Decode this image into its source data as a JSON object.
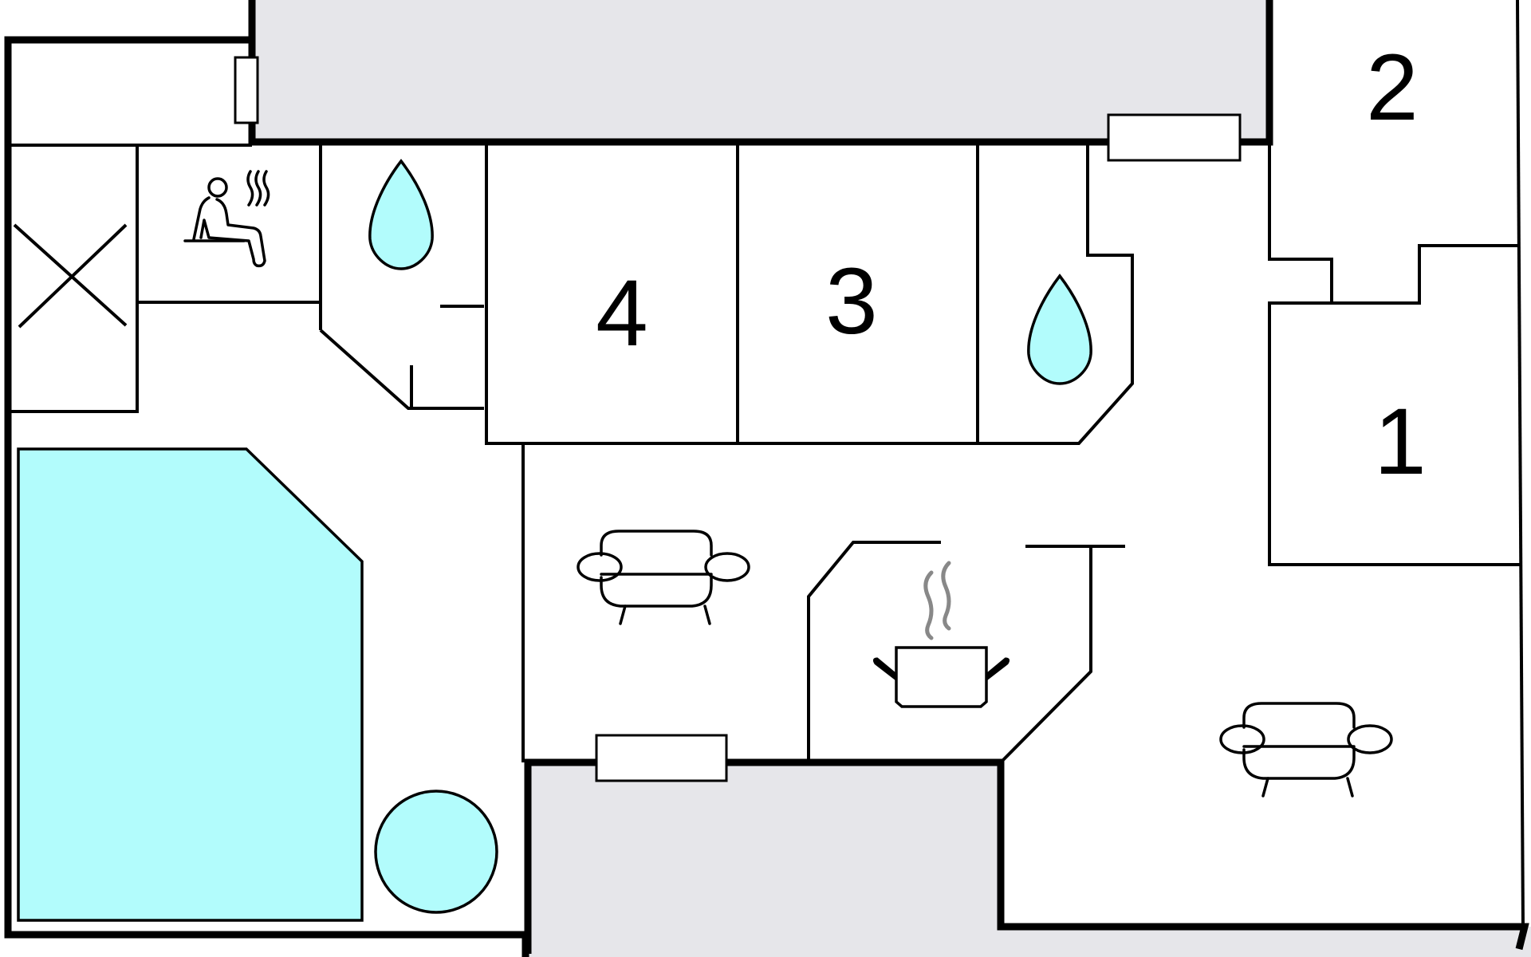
{
  "colors": {
    "wall": "#000000",
    "terrace": "#e6e6ea",
    "water": "#b2fcfc",
    "background": "#ffffff",
    "steam": "#888888"
  },
  "rooms": [
    {
      "label": "1"
    },
    {
      "label": "2"
    },
    {
      "label": "3"
    },
    {
      "label": "4"
    }
  ],
  "icons": [
    "sauna-icon",
    "shower-icon",
    "sofa-icon",
    "kitchen-pot-icon",
    "pool",
    "hot-tub"
  ]
}
